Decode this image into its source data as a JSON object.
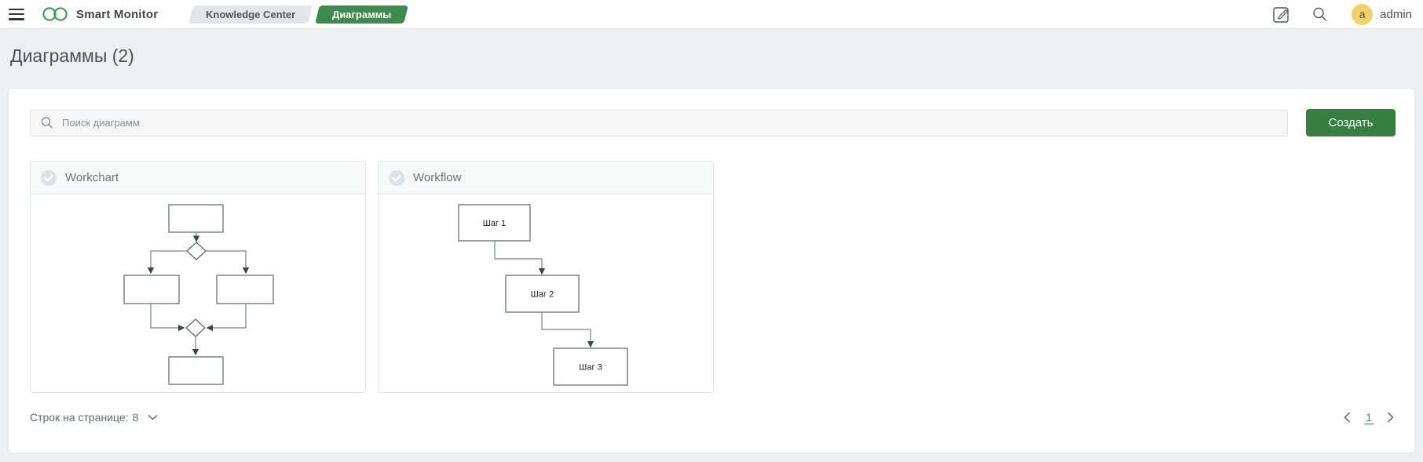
{
  "colors": {
    "brand_green": "#3c8a4c",
    "button_green": "#377f40",
    "avatar_yellow": "#f1d169",
    "active_page_green": "#3f8f45"
  },
  "header": {
    "app_name": "Smart Monitor",
    "breadcrumbs": [
      {
        "label": "Knowledge Center",
        "active": false
      },
      {
        "label": "Диаграммы",
        "active": true
      }
    ],
    "user_name": "admin",
    "avatar_initial": "a"
  },
  "page": {
    "title": "Диаграммы (2)"
  },
  "toolbar": {
    "search_placeholder": "Поиск диаграмм",
    "create_button": "Создать"
  },
  "cards": [
    {
      "title": "Workchart",
      "type": "flowchart",
      "nodes": [
        "",
        "",
        "",
        ""
      ]
    },
    {
      "title": "Workflow",
      "type": "flowchart",
      "nodes": [
        "Шаг 1",
        "Шаг 2",
        "Шаг 3"
      ]
    }
  ],
  "footer": {
    "rows_per_page_label": "Строк на странице:",
    "rows_per_page_value": "8",
    "pagination_current_page": "1"
  }
}
